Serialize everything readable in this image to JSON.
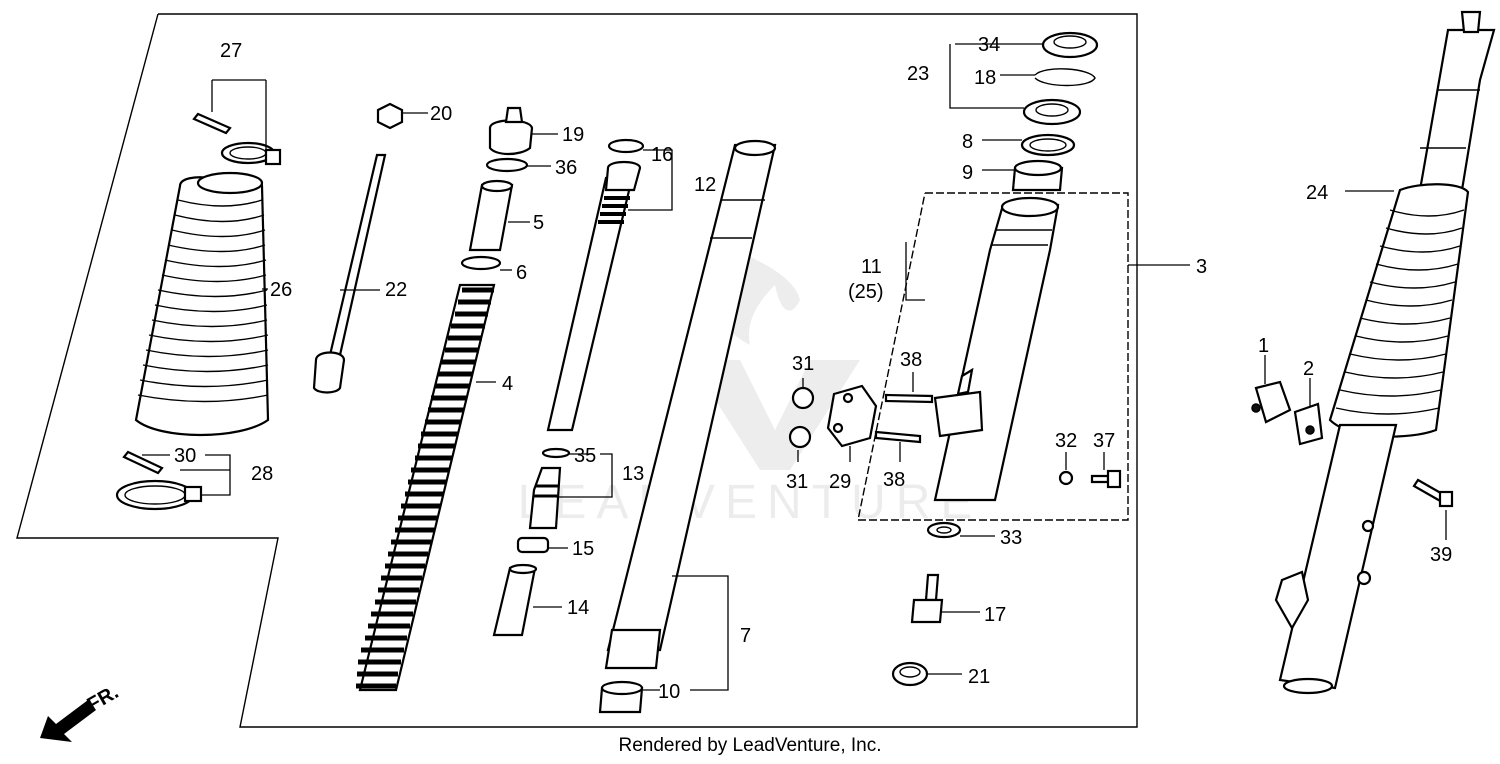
{
  "watermark": "LEADVENTURE",
  "credit": "Rendered by LeadVenture, Inc.",
  "direction_label": "FR.",
  "callouts": {
    "c1": "1",
    "c2": "2",
    "c3": "3",
    "c4": "4",
    "c5": "5",
    "c6": "6",
    "c7": "7",
    "c8": "8",
    "c9": "9",
    "c10": "10",
    "c11": "11",
    "c11b": "(25)",
    "c12": "12",
    "c13": "13",
    "c14": "14",
    "c15": "15",
    "c16": "16",
    "c17": "17",
    "c18": "18",
    "c19": "19",
    "c20": "20",
    "c21": "21",
    "c22": "22",
    "c23": "23",
    "c24": "24",
    "c26": "26",
    "c27": "27",
    "c28": "28",
    "c29": "29",
    "c30": "30",
    "c31a": "31",
    "c31b": "31",
    "c32": "32",
    "c33": "33",
    "c34": "34",
    "c35": "35",
    "c36": "36",
    "c37": "37",
    "c38a": "38",
    "c38b": "38",
    "c39": "39"
  }
}
